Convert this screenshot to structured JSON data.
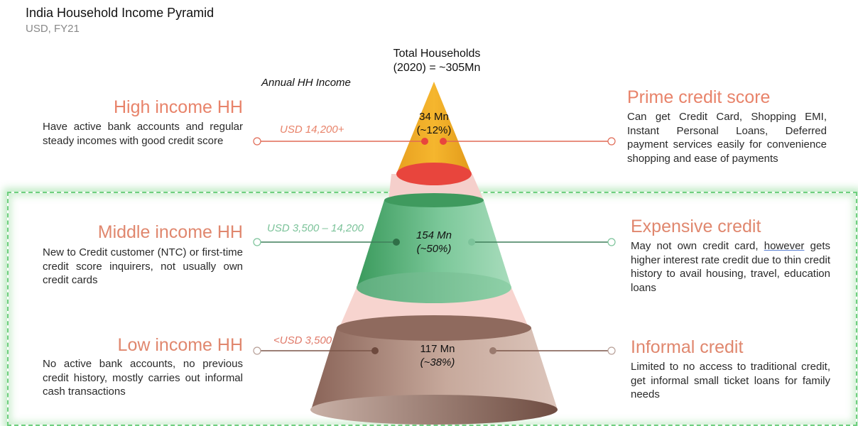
{
  "title": "India Household Income Pyramid",
  "subtitle": "USD, FY21",
  "total_households": {
    "line1": "Total Households",
    "line2": "(2020) = ~305Mn"
  },
  "annual_label": "Annual HH Income",
  "colors": {
    "high": "#e8836a",
    "middle": "#e0876e",
    "low": "#e0876e",
    "high_line": "#e06a55",
    "middle_line": "#3f8f5f",
    "low_line": "#7a5548",
    "income_high": "#e8836a",
    "income_middle": "#7cc39a",
    "income_low": "#e07a6a",
    "dashed_border": "#6fcf7f"
  },
  "tiers": {
    "high": {
      "heading": "High income HH",
      "description": "Have active bank accounts and regular steady incomes with good credit score",
      "income": "USD 14,200+",
      "households": "34 Mn",
      "share": "(~12%)",
      "credit_heading": "Prime credit score",
      "credit_description": "Can get Credit Card, Shopping EMI, Instant Personal Loans, Deferred payment services easily for convenience shopping and ease of payments"
    },
    "middle": {
      "heading": "Middle income HH",
      "description": "New to Credit customer (NTC) or first-time credit score inquirers,  not usually own credit cards",
      "income": "USD 3,500 – 14,200",
      "households": "154 Mn",
      "share": "(~50%)",
      "credit_heading": "Expensive credit",
      "credit_description_pre": "May not own credit card, ",
      "credit_description_underlined": "however",
      "credit_description_post": " gets higher interest rate credit due  to thin credit history to avail housing, travel, education loans"
    },
    "low": {
      "heading": "Low income HH",
      "description": "No active bank accounts, no previous credit history, mostly carries out informal cash transactions",
      "income": "<USD 3,500",
      "households": "117 Mn",
      "share": "(~38%)",
      "credit_heading": "Informal credit",
      "credit_description": "Limited to no access to traditional credit, get informal small ticket loans for family needs"
    }
  }
}
